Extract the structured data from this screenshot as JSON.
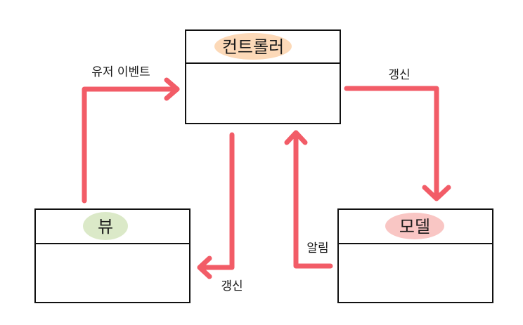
{
  "colors": {
    "arrow": "#f25c67",
    "box_stroke": "#111111",
    "controller_highlight": "#fcd9b8",
    "view_highlight": "#dbe9c8",
    "model_highlight": "#f9c6c4"
  },
  "boxes": {
    "controller": {
      "title": "컨트롤러"
    },
    "view": {
      "title": "뷰"
    },
    "model": {
      "title": "모델"
    }
  },
  "arrows": {
    "view_to_controller": {
      "label": "유저 이벤트"
    },
    "controller_to_model": {
      "label": "갱신"
    },
    "controller_to_view": {
      "label": "갱신"
    },
    "model_to_controller": {
      "label": "알림"
    }
  }
}
